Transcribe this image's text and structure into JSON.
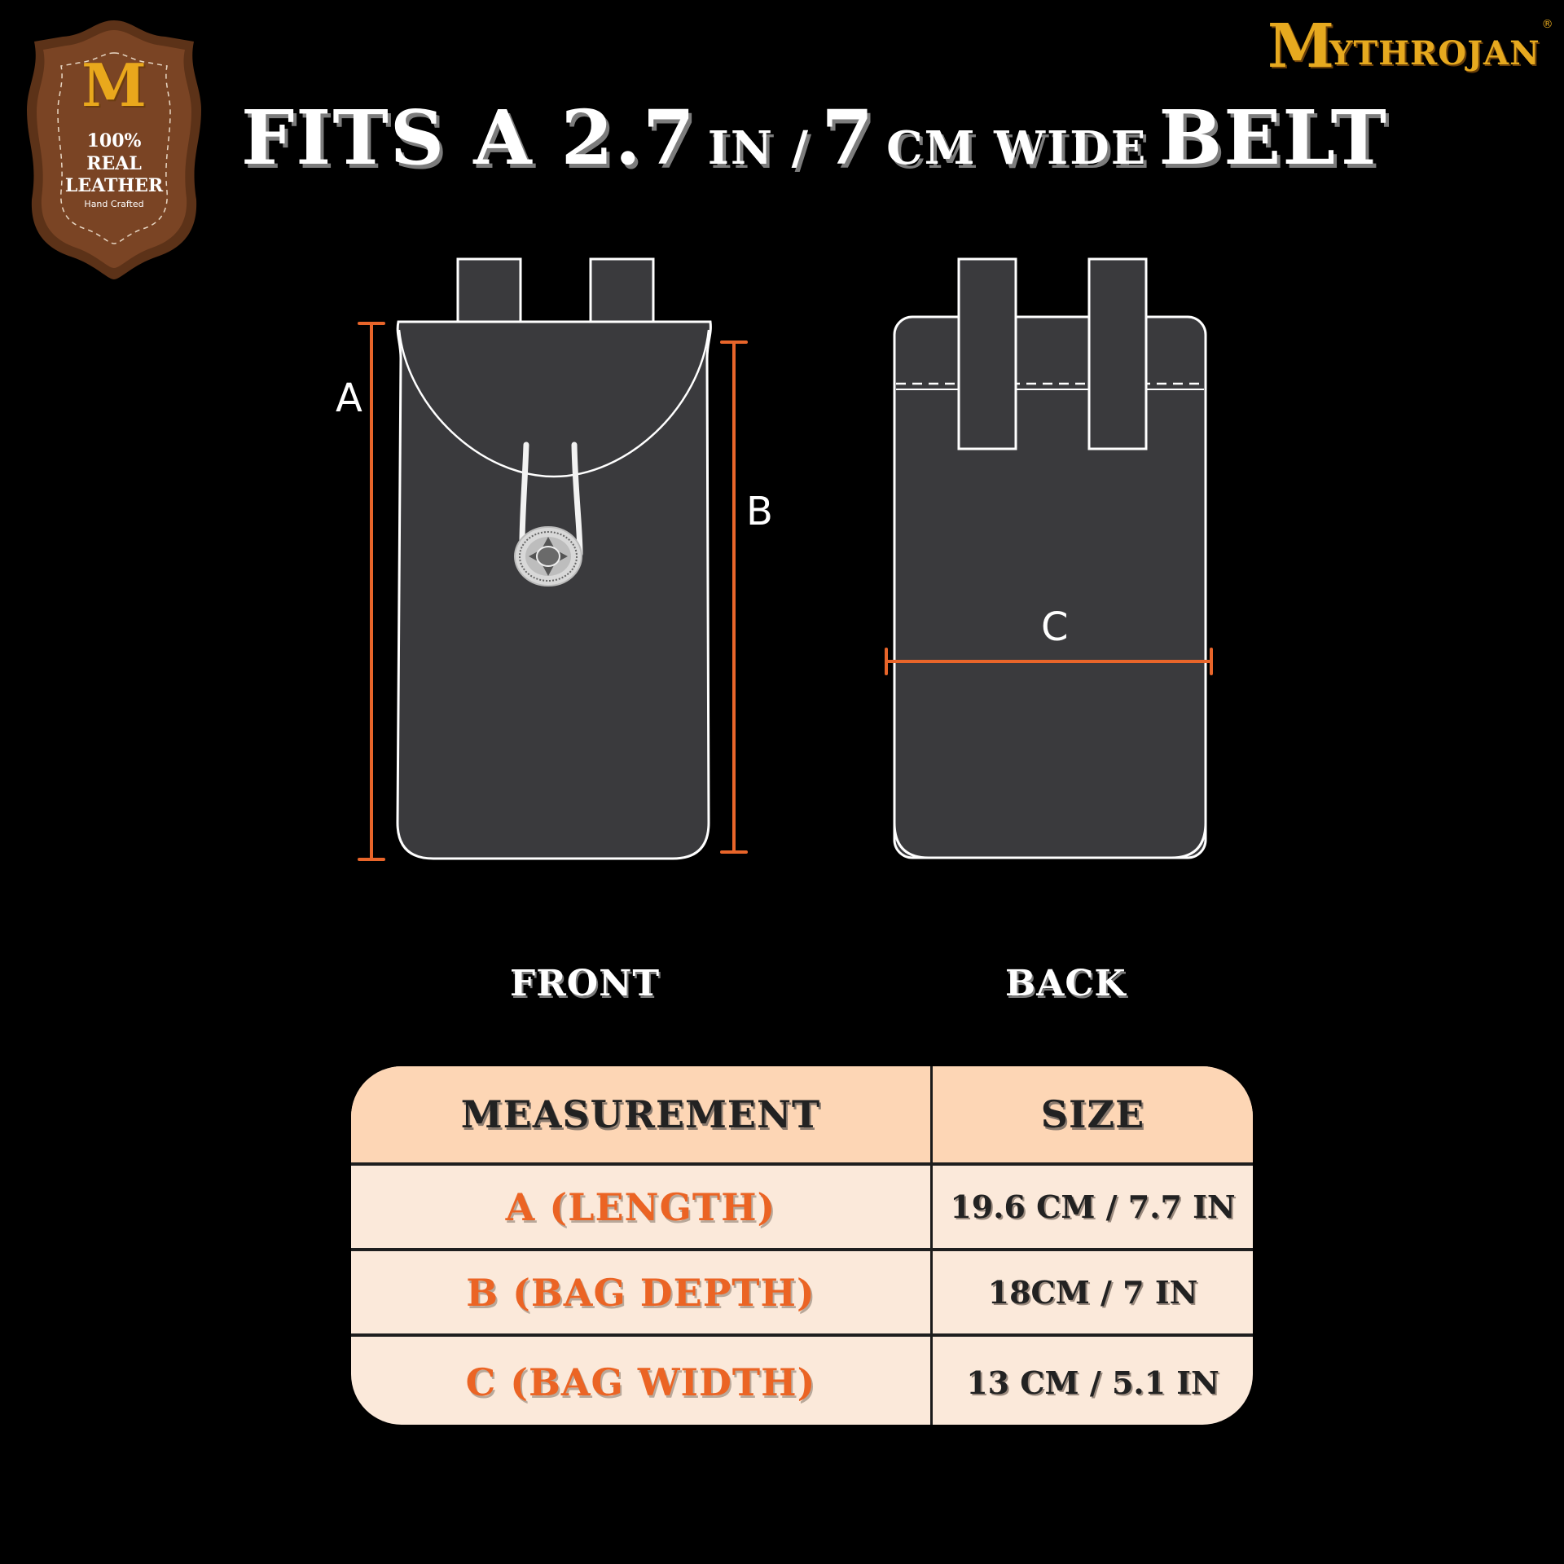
{
  "badge": {
    "monogram": "M",
    "line1": "100%",
    "line2": "REAL",
    "line3": "LEATHER",
    "line4": "Hand Crafted",
    "colors": {
      "outer": "#5C3218",
      "inner": "#7A4424",
      "stitch": "#E8D7C4",
      "gold": "#E9A81C"
    }
  },
  "brand": {
    "first_letter": "M",
    "rest": "YTHROJAN",
    "registered": "®",
    "color": "#E6A91F"
  },
  "title": {
    "part1": "FITS A 2.7",
    "part2": "IN /",
    "part3": "7",
    "part4": "CM WIDE",
    "part5": "BELT"
  },
  "diagram": {
    "accent_color": "#E8652A",
    "bag_fill": "#3A3A3D",
    "outline_color": "#FFFFFF",
    "front": {
      "label": "FRONT",
      "dim_a": "A",
      "dim_b": "B"
    },
    "back": {
      "label": "BACK",
      "dim_c": "C"
    }
  },
  "table": {
    "headers": {
      "measurement": "MEASUREMENT",
      "size": "SIZE"
    },
    "rows": [
      {
        "measurement": "A (LENGTH)",
        "size": "19.6 CM / 7.7 IN"
      },
      {
        "measurement": "B (BAG DEPTH)",
        "size": "18CM / 7 IN"
      },
      {
        "measurement": "C (BAG WIDTH)",
        "size": "13 CM / 5.1 IN"
      }
    ],
    "colors": {
      "header_bg": "#FDD6B5",
      "row_bg": "#FBE9DA",
      "measurement_text": "#EB6424",
      "size_text": "#222222"
    }
  }
}
